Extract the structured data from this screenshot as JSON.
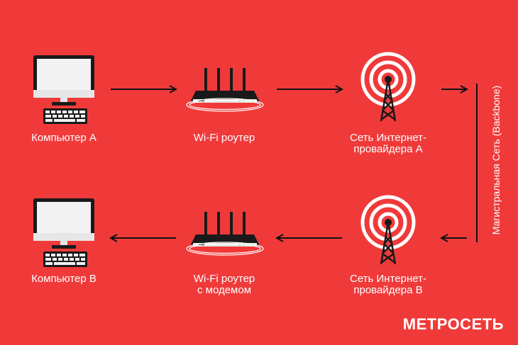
{
  "nodes": {
    "computer_a": {
      "label": "Компьютер А",
      "icon": "desktop-computer-icon"
    },
    "router_top": {
      "label": "Wi-Fi роутер",
      "icon": "wifi-router-icon"
    },
    "isp_a": {
      "label_line1": "Сеть Интернет-",
      "label_line2": "провайдера А",
      "icon": "radio-tower-icon"
    },
    "computer_b": {
      "label": "Компьютер В",
      "icon": "desktop-computer-icon"
    },
    "router_bottom": {
      "label_line1": "Wi-Fi роутер",
      "label_line2": "с модемом",
      "icon": "wifi-router-icon"
    },
    "isp_b": {
      "label_line1": "Сеть Интернет-",
      "label_line2": "провайдера В",
      "icon": "radio-tower-icon"
    }
  },
  "backbone_label": "Магистральная Сеть (Backbone)",
  "brand": "МЕТРОСЕТЬ",
  "colors": {
    "background": "#f03a3a",
    "foreground": "#ffffff",
    "dark": "#1a1a1a",
    "screen": "#f2f2f2"
  }
}
